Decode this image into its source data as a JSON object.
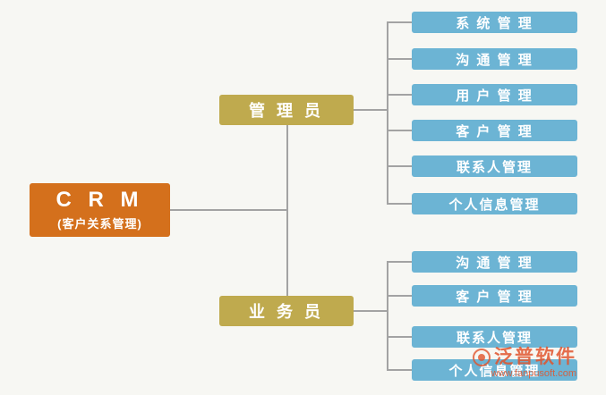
{
  "root": {
    "title": "C R M",
    "subtitle": "(客户关系管理)"
  },
  "branches": [
    {
      "label": "管 理 员",
      "children": [
        "系 统 管 理",
        "沟 通 管 理",
        "用 户 管 理",
        "客 户 管 理",
        "联系人管理",
        "个人信息管理"
      ]
    },
    {
      "label": "业 务 员",
      "children": [
        "沟 通 管 理",
        "客 户 管 理",
        "联系人管理",
        "个人信息管理"
      ]
    }
  ],
  "watermark": {
    "title": "泛普软件",
    "url": "www.fanpusoft.com"
  },
  "colors": {
    "root_box": "#d4701c",
    "branch_box": "#bfaa4e",
    "leaf_box": "#6cb4d4",
    "connector_line": "#a3a3a3",
    "watermark_text": "#e0542c",
    "background": "#f7f7f3"
  }
}
